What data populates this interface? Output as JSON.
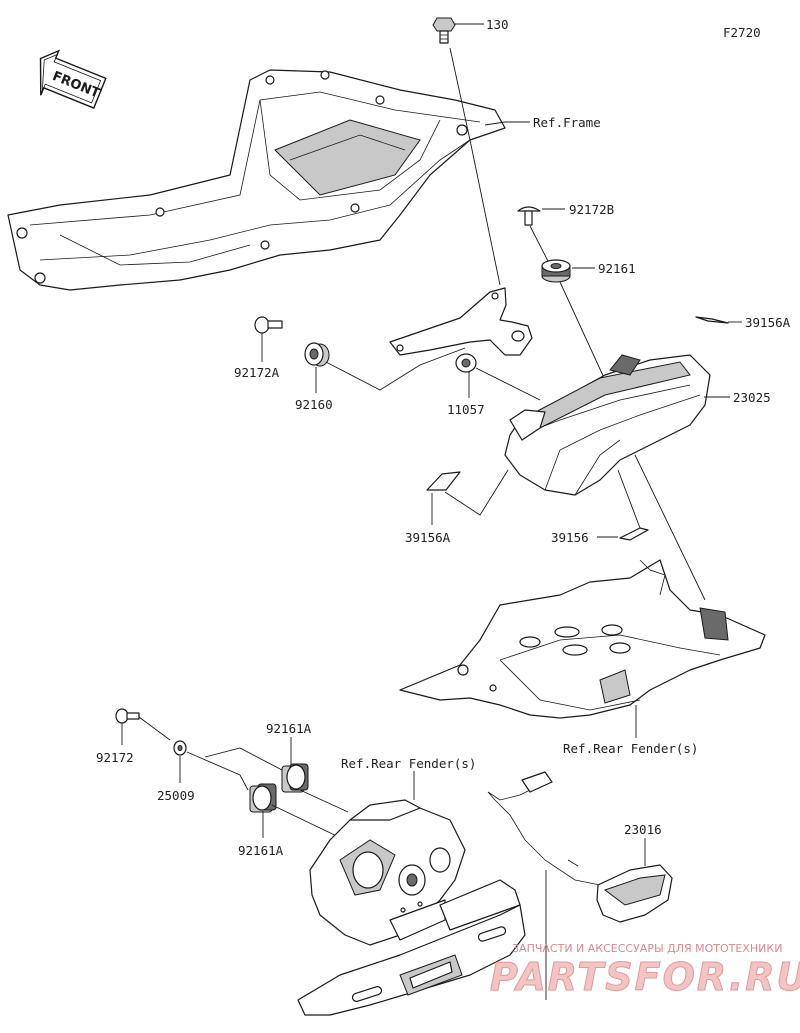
{
  "figure_code": "F2720",
  "front_label": "FRONT",
  "labels": {
    "p130": "130",
    "ref_frame": "Ref.Frame",
    "p92172B": "92172B",
    "p92161": "92161",
    "p39156A_top": "39156A",
    "p92172A": "92172A",
    "p92160": "92160",
    "p11057": "11057",
    "p23025": "23025",
    "p39156A_left": "39156A",
    "p39156": "39156",
    "ref_rear_fender_mid": "Ref.Rear Fender(s)",
    "p92172": "92172",
    "p25009": "25009",
    "p92161A_top": "92161A",
    "p92161A_bottom": "92161A",
    "ref_rear_fender_low": "Ref.Rear Fender(s)",
    "p23016": "23016"
  },
  "watermark": {
    "tagline": "ЗАПЧАСТИ И АКСЕССУАРЫ ДЛЯ МОТОТЕХНИКИ",
    "site": "PARTSFOR.RU"
  }
}
